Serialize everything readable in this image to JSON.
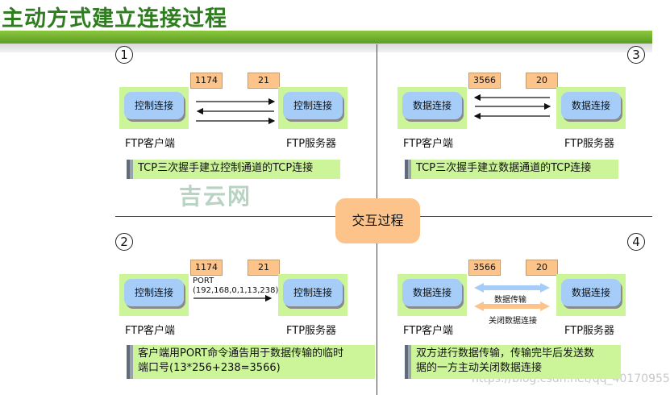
{
  "title": "主动方式建立连接过程",
  "center": "交互过程",
  "watermark": "吉云网",
  "url_watermark": "https://blog.csdn.net/qq_40170955",
  "panels": [
    {
      "number": "1",
      "client_port": "1174",
      "server_port": "21",
      "client_box": "控制连接",
      "server_box": "控制连接",
      "client_label": "FTP客户端",
      "server_label": "FTP服务器",
      "note": "TCP三次握手建立控制通道的TCP连接"
    },
    {
      "number": "3",
      "client_port": "3566",
      "server_port": "20",
      "client_box": "数据连接",
      "server_box": "数据连接",
      "client_label": "FTP客户端",
      "server_label": "FTP服务器",
      "note": "TCP三次握手建立数据通道的TCP连接"
    },
    {
      "number": "2",
      "client_port": "1174",
      "server_port": "21",
      "client_box": "控制连接",
      "server_box": "控制连接",
      "client_label": "FTP客户端",
      "server_label": "FTP服务器",
      "cmd_line1": "PORT",
      "cmd_line2": "(192,168,0,1,13,238)",
      "note_line1": "客户端用PORT命令通告用于数据传输的临时",
      "note_line2": "端口号(13*256+238=3566)"
    },
    {
      "number": "4",
      "client_port": "3566",
      "server_port": "20",
      "client_box": "数据连接",
      "server_box": "数据连接",
      "client_label": "FTP客户端",
      "server_label": "FTP服务器",
      "arrow_label_1": "数据传输",
      "arrow_label_2": "关闭数据连接",
      "note_line1": "双方进行数据传输，传输完毕后发送数",
      "note_line2": "据的一方主动关闭数据连接"
    }
  ],
  "colors": {
    "title": "#2e7d1f",
    "band": "#6bb02b",
    "host_bg": "#ccf59a",
    "conn_box": "#a6cdf8",
    "port_box": "#fcc38b",
    "data_arrow": "#a6cdf8",
    "close_arrow": "#fcc38b"
  }
}
